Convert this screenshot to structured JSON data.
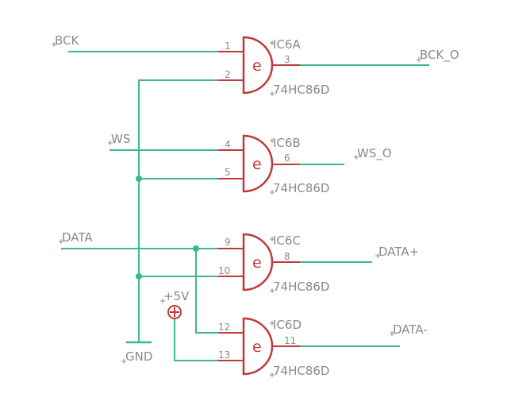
{
  "nets": {
    "bck": "BCK",
    "bck_o": "BCK_O",
    "ws": "WS",
    "ws_o": "WS_O",
    "data": "DATA",
    "data_p": "DATA+",
    "data_m": "DATA-",
    "gnd": "GND",
    "vcc": "+5V"
  },
  "gates": [
    {
      "name": "IC6A",
      "value": "74HC86D",
      "symbol": "e",
      "pin_a": "1",
      "pin_b": "2",
      "pin_out": "3"
    },
    {
      "name": "IC6B",
      "value": "74HC86D",
      "symbol": "e",
      "pin_a": "4",
      "pin_b": "5",
      "pin_out": "6"
    },
    {
      "name": "IC6C",
      "value": "74HC86D",
      "symbol": "e",
      "pin_a": "9",
      "pin_b": "10",
      "pin_out": "8"
    },
    {
      "name": "IC6D",
      "value": "74HC86D",
      "symbol": "e",
      "pin_a": "12",
      "pin_b": "13",
      "pin_out": "11"
    }
  ],
  "colors": {
    "wire": "#3cb88e",
    "part": "#c0393b",
    "label": "#8a8a8a"
  }
}
